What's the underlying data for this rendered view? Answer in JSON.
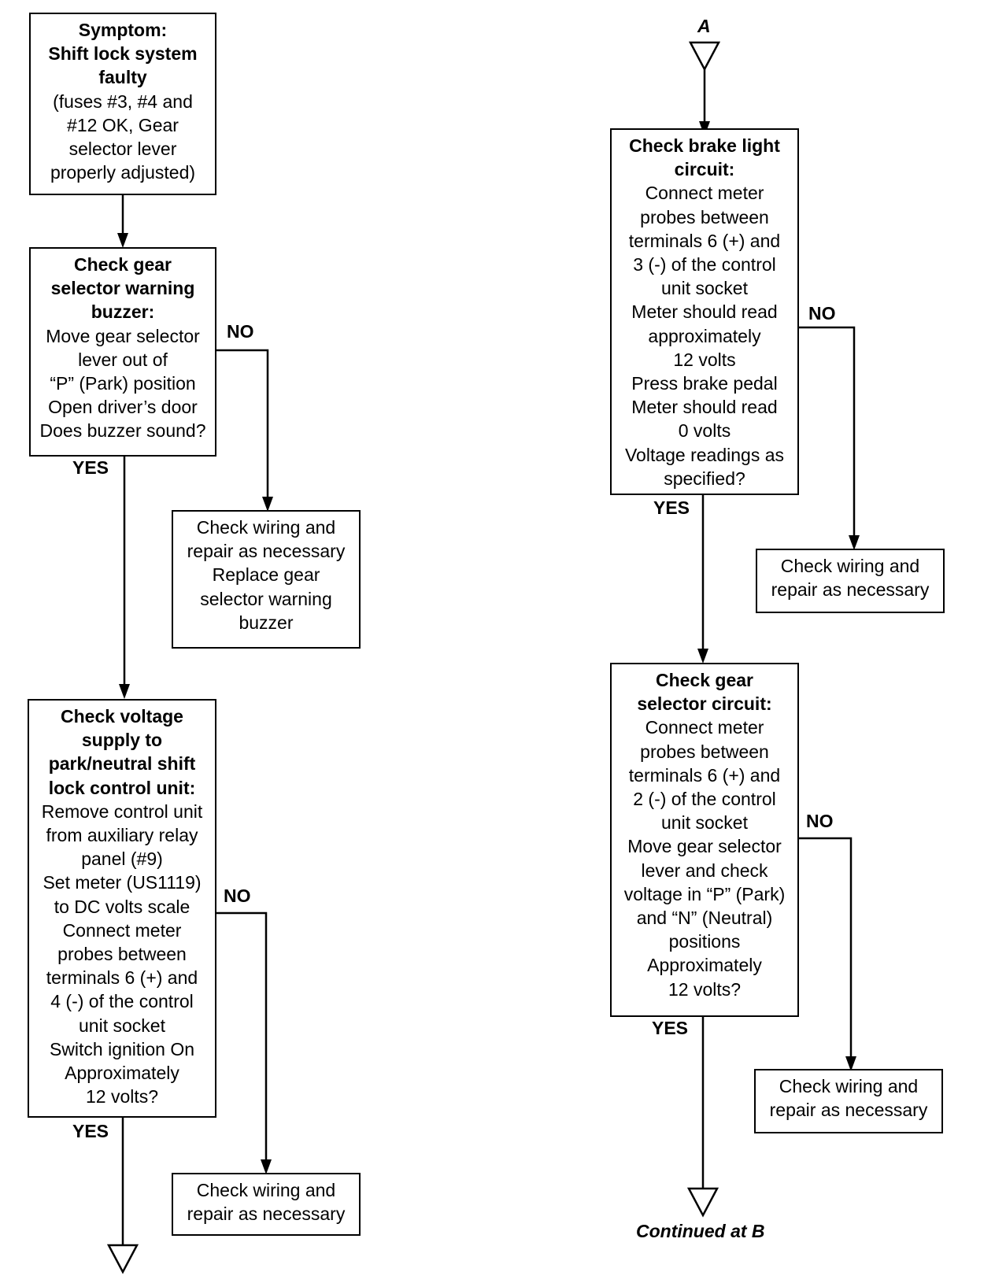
{
  "nodes": {
    "symptom": {
      "bold": [
        "Symptom:",
        "Shift lock system",
        "faulty"
      ],
      "lines": [
        "(fuses #3, #4 and",
        "#12 OK, Gear",
        "selector lever",
        "properly adjusted)"
      ]
    },
    "buzzer_check": {
      "bold": [
        "Check gear",
        "selector warning",
        "buzzer:"
      ],
      "lines": [
        "Move gear selector",
        "lever out of",
        "“P” (Park) position",
        "Open driver’s door",
        "Does buzzer sound?"
      ]
    },
    "buzzer_fix": {
      "lines": [
        "Check wiring and",
        "repair as necessary",
        "Replace gear",
        "selector warning",
        "buzzer"
      ]
    },
    "voltage_check": {
      "bold": [
        "Check voltage",
        "supply to",
        "park/neutral shift",
        "lock control unit:"
      ],
      "lines": [
        "Remove control unit",
        "from auxiliary relay",
        "panel (#9)",
        "Set meter (US1119)",
        "to DC volts scale",
        "Connect meter",
        "probes between",
        "terminals 6 (+) and",
        "4 (-) of the control",
        "unit socket",
        "Switch ignition On",
        "Approximately",
        "12  volts?"
      ]
    },
    "voltage_fix": {
      "lines": [
        "Check wiring and",
        "repair as necessary"
      ]
    },
    "brake_check": {
      "bold": [
        "Check brake light",
        "circuit:"
      ],
      "lines": [
        "Connect meter",
        "probes between",
        "terminals 6 (+) and",
        "3 (-) of the control",
        "unit socket",
        "Meter should read",
        "approximately",
        "12 volts",
        "Press brake pedal",
        "Meter should read",
        "0 volts",
        "Voltage readings as",
        "specified?"
      ]
    },
    "brake_fix": {
      "lines": [
        "Check wiring and",
        "repair as necessary"
      ]
    },
    "selector_check": {
      "bold": [
        "Check gear",
        "selector circuit:"
      ],
      "lines": [
        "Connect meter",
        "probes between",
        "terminals 6 (+) and",
        "2 (-) of the control",
        "unit socket",
        "Move gear selector",
        "lever and check",
        "voltage in “P” (Park)",
        "and “N” (Neutral)",
        "positions",
        "Approximately",
        "12  volts?"
      ]
    },
    "selector_fix": {
      "lines": [
        "Check wiring and",
        "repair as necessary"
      ]
    }
  },
  "labels": {
    "buzzer_no": "NO",
    "buzzer_yes": "YES",
    "voltage_no": "NO",
    "voltage_yes": "YES",
    "brake_no": "NO",
    "brake_yes": "YES",
    "selector_no": "NO",
    "selector_yes": "YES"
  },
  "connectors": {
    "top_right": "A",
    "continued": "Continued at B"
  }
}
